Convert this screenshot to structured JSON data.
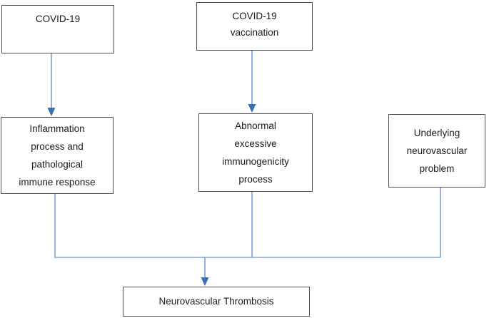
{
  "diagram": {
    "title": "",
    "nodes": {
      "covid19": {
        "label": "COVID-19"
      },
      "vaccination": {
        "label": "COVID-19\nvaccination"
      },
      "inflammation": {
        "label": "Inflammation\nprocess and\npathological\nimmune response"
      },
      "immunogenicity": {
        "label": "Abnormal\nexcessive\nimmunogenicity\nprocess"
      },
      "underlying": {
        "label": "Underlying\nneurovascular\nproblem"
      },
      "thrombosis": {
        "label": "Neurovascular Thrombosis"
      }
    },
    "edges": [
      {
        "from": "covid19",
        "to": "inflammation",
        "arrow": true
      },
      {
        "from": "vaccination",
        "to": "immunogenicity",
        "arrow": true
      },
      {
        "from": "inflammation",
        "to": "thrombosis",
        "arrow": true
      },
      {
        "from": "immunogenicity",
        "to": "thrombosis",
        "arrow": true
      },
      {
        "from": "underlying",
        "to": "thrombosis",
        "arrow": true
      }
    ],
    "colors": {
      "connector_line": "#7ba4d9",
      "arrowhead": "#366fb4",
      "box_border": "#4f4f4f",
      "text": "#1b1b1b",
      "background": "#ffffff"
    }
  }
}
